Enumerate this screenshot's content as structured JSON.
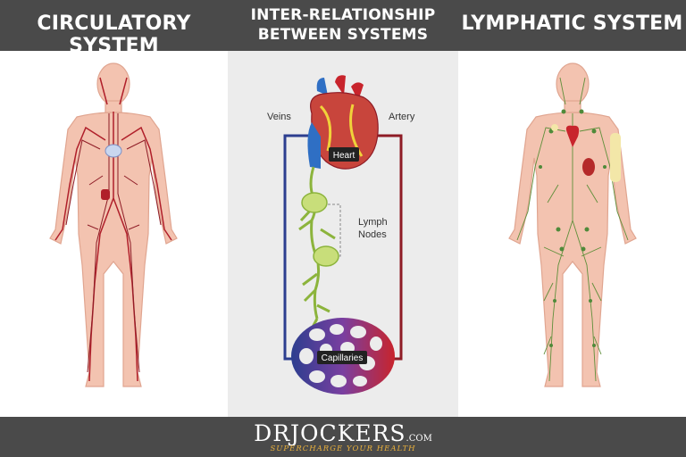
{
  "headers": {
    "left": "CIRCULATORY SYSTEM",
    "middle_line1": "INTER-RELATIONSHIP",
    "middle_line2": "BETWEEN SYSTEMS",
    "right": "LYMPHATIC SYSTEM"
  },
  "diagram": {
    "veins_label": "Veins",
    "artery_label": "Artery",
    "heart_label": "Heart",
    "lymph_label_line1": "Lymph",
    "lymph_label_line2": "Nodes",
    "capillaries_label": "Capillaries"
  },
  "footer": {
    "brand": "DRJOCKERS",
    "brand_suffix": ".COM",
    "tagline": "SUPERCHARGE YOUR HEALTH"
  },
  "colors": {
    "header_bg": "#4a4a4a",
    "middle_bg": "#ececec",
    "vein_blue": "#2c3e8f",
    "artery_red": "#8e1b25",
    "lymph_green": "#8cb43c",
    "body_skin": "#f3c3b0",
    "tagline_gold": "#e9b03c"
  }
}
